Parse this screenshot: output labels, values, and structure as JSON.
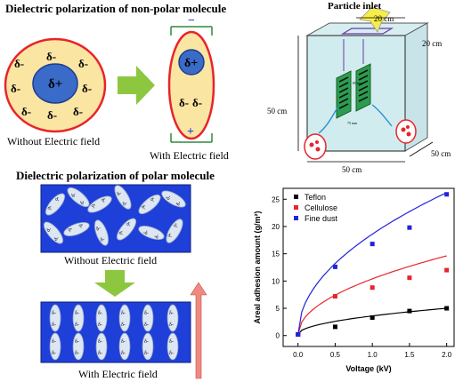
{
  "top_left": {
    "title": "Dielectric polarization of non-polar molecule",
    "caption_without": "Without Electric field",
    "caption_with": "With Electric field",
    "delta_minus": "δ-",
    "delta_plus": "δ+",
    "minus_sign": "−",
    "plus_sign": "+"
  },
  "bottom_left": {
    "title": "Dielectric polarization of polar molecule",
    "caption_without": "Without Electric field",
    "caption_with": "With Electric field",
    "delta": "δ-"
  },
  "chamber": {
    "particle_inlet": "Particle inlet",
    "dim_top_width": "20 cm",
    "dim_top_depth": "20 cm",
    "dim_height": "50 cm",
    "dim_width": "50 cm",
    "dim_depth": "50 cm",
    "small_dim_a": "85 mm",
    "small_dim_b": "75 mm"
  },
  "colors": {
    "ellipse_fill": "#fbe5a2",
    "ellipse_stroke": "#e8242b",
    "nucleus_fill": "#3a6bc9",
    "arrow_green": "#8dc63f",
    "panel_blue": "#1f3fd9",
    "molecule_fill": "#dde6f3",
    "field_arrow": "#f08a80",
    "teflon": "#000000",
    "cellulose": "#e8242b",
    "fine_dust": "#2323d9"
  },
  "chart_data": {
    "type": "scatter",
    "xlabel": "Voltage (kV)",
    "ylabel": "Areal adhesion amount (g/m²)",
    "xlim": [
      -0.2,
      2.1
    ],
    "ylim": [
      -2,
      27
    ],
    "xticks": [
      "0.0",
      "0.5",
      "1.0",
      "1.5",
      "2.0"
    ],
    "yticks": [
      "0",
      "5",
      "10",
      "15",
      "20",
      "25"
    ],
    "legend_position": "top-left",
    "series": [
      {
        "name": "Teflon",
        "x": [
          0,
          0.5,
          1.0,
          1.5,
          2.0
        ],
        "values": [
          0.2,
          1.6,
          3.3,
          4.5,
          5.0
        ]
      },
      {
        "name": "Cellulose",
        "x": [
          0,
          0.5,
          1.0,
          1.5,
          2.0
        ],
        "values": [
          0.2,
          7.2,
          8.8,
          10.6,
          12.0
        ]
      },
      {
        "name": "Fine dust",
        "x": [
          0,
          0.5,
          1.0,
          1.5,
          2.0
        ],
        "values": [
          0.2,
          12.6,
          16.8,
          19.8,
          25.9
        ]
      }
    ]
  }
}
